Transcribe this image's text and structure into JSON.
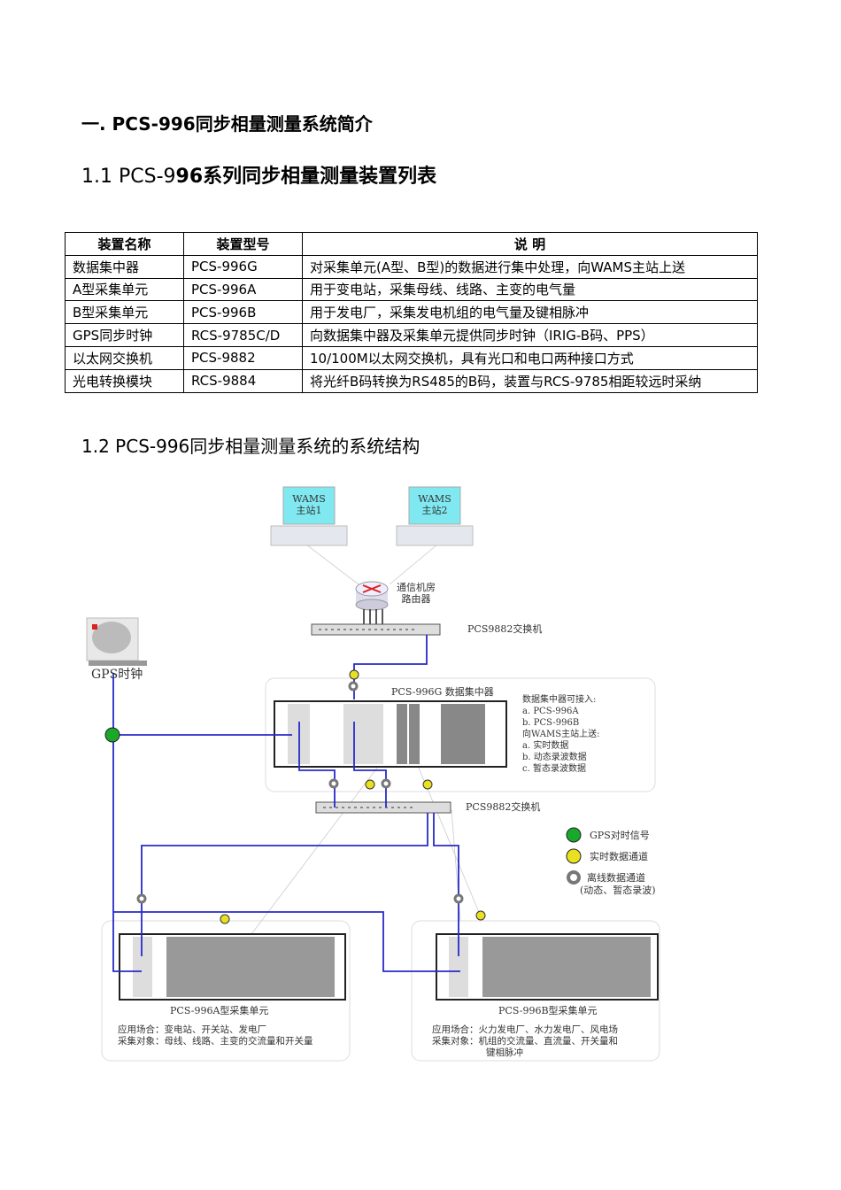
{
  "headings": {
    "section1": "一.  PCS-996同步相量测量系统简介",
    "sub1_num": "1.1  PCS-9",
    "sub1_rest": "96系列同步相量测量装置列表",
    "sub2": "1.2  PCS-996同步相量测量系统的系统结构"
  },
  "table": {
    "headers": [
      "装置名称",
      "装置型号",
      "说    明"
    ],
    "rows": [
      [
        "数据集中器",
        "PCS-996G",
        "对采集单元(A型、B型)的数据进行集中处理，向WAMS主站上送"
      ],
      [
        "A型采集单元",
        "PCS-996A",
        "用于变电站，采集母线、线路、主变的电气量"
      ],
      [
        "B型采集单元",
        "PCS-996B",
        "用于发电厂，采集发电机组的电气量及键相脉冲"
      ],
      [
        "GPS同步时钟",
        "RCS-9785C/D",
        "向数据集中器及采集单元提供同步时钟（IRIG-B码、PPS）"
      ],
      [
        "以太网交换机",
        "PCS-9882",
        "10/100M以太网交换机，具有光口和电口两种接口方式"
      ],
      [
        "光电转换模块",
        "RCS-9884",
        "将光纤B码转换为RS485的B码，装置与RCS-9785相距较远时采纳"
      ]
    ]
  },
  "diagram": {
    "wams1": [
      "WAMS",
      "主站1"
    ],
    "wams2": [
      "WAMS",
      "主站2"
    ],
    "router": [
      "通信机房",
      "路由器"
    ],
    "switch_top": "PCS9882交换机",
    "switch_mid": "PCS9882交换机",
    "gps": "GPS时钟",
    "concentrator": "PCS-996G 数据集中器",
    "concentrator_notes": [
      "数据集中器可接入:",
      "a. PCS-996A",
      "b. PCS-996B",
      "向WAMS主站上送:",
      "a. 实时数据",
      "b. 动态录波数据",
      "c. 暂态录波数据"
    ],
    "legend": [
      "GPS对时信号",
      "实时数据通道",
      "离线数据通道",
      "(动态、暂态录波)"
    ],
    "unitA": {
      "title": "PCS-996A型采集单元",
      "lines": [
        "应用场合：变电站、开关站、发电厂",
        "采集对象：母线、线路、主变的交流量和开关量"
      ]
    },
    "unitB": {
      "title": "PCS-996B型采集单元",
      "lines": [
        "应用场合：火力发电厂、水力发电厂、风电场",
        "采集对象：机组的交流量、直流量、开关量和",
        "键相脉冲"
      ]
    },
    "colors": {
      "link": "#2a2ac8",
      "monitor": "#7fe8f0",
      "gps": "#1aa82a",
      "yellow": "#e8e020"
    }
  }
}
